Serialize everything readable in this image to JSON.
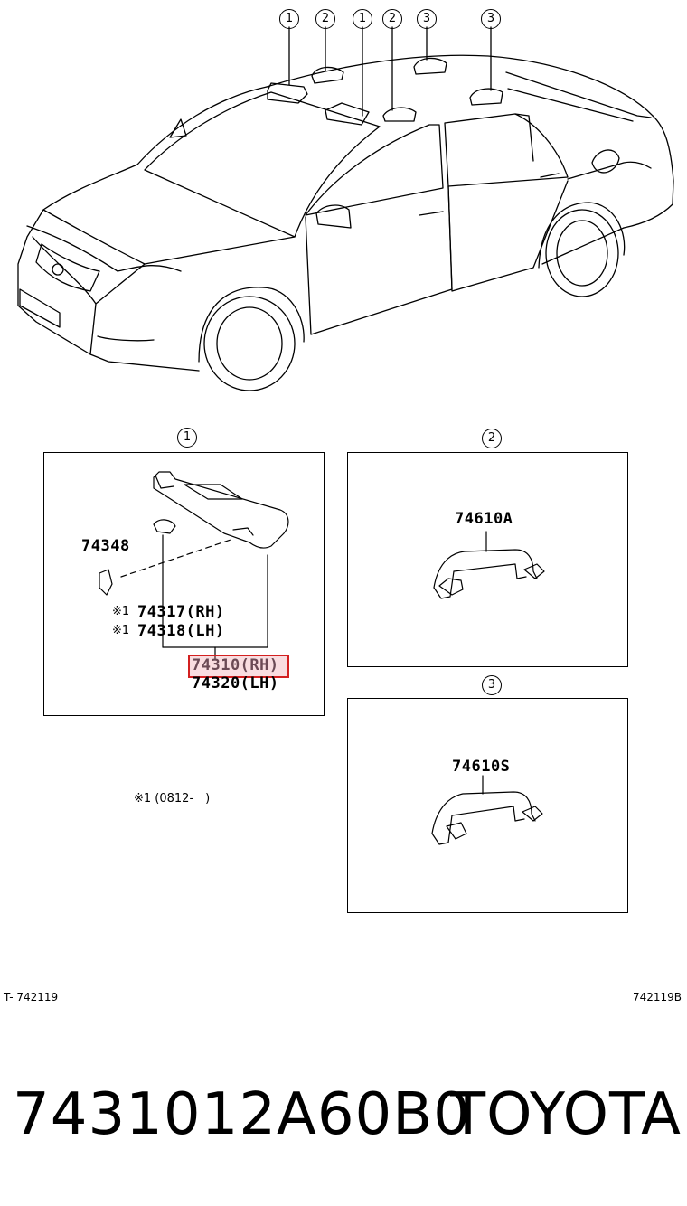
{
  "callouts_top": [
    "1",
    "2",
    "1",
    "2",
    "3",
    "3"
  ],
  "panel1": {
    "callout": "1",
    "parts": {
      "p74348": "74348",
      "p74317": "74317(RH)",
      "p74318": "74318(LH)",
      "p74310": "74310(RH)",
      "p74320": "74320(LH)"
    },
    "note_mark": "※1",
    "highlight_color": "#d32020"
  },
  "panel2": {
    "callout": "2",
    "part": "74610A"
  },
  "panel3": {
    "callout": "3",
    "part": "74610S"
  },
  "footnote": "※1 (0812-　)",
  "footer": {
    "left": "T- 742119",
    "right": "742119B"
  },
  "title": {
    "part_number": "7431012A60B0",
    "brand": "TOYOTA"
  }
}
